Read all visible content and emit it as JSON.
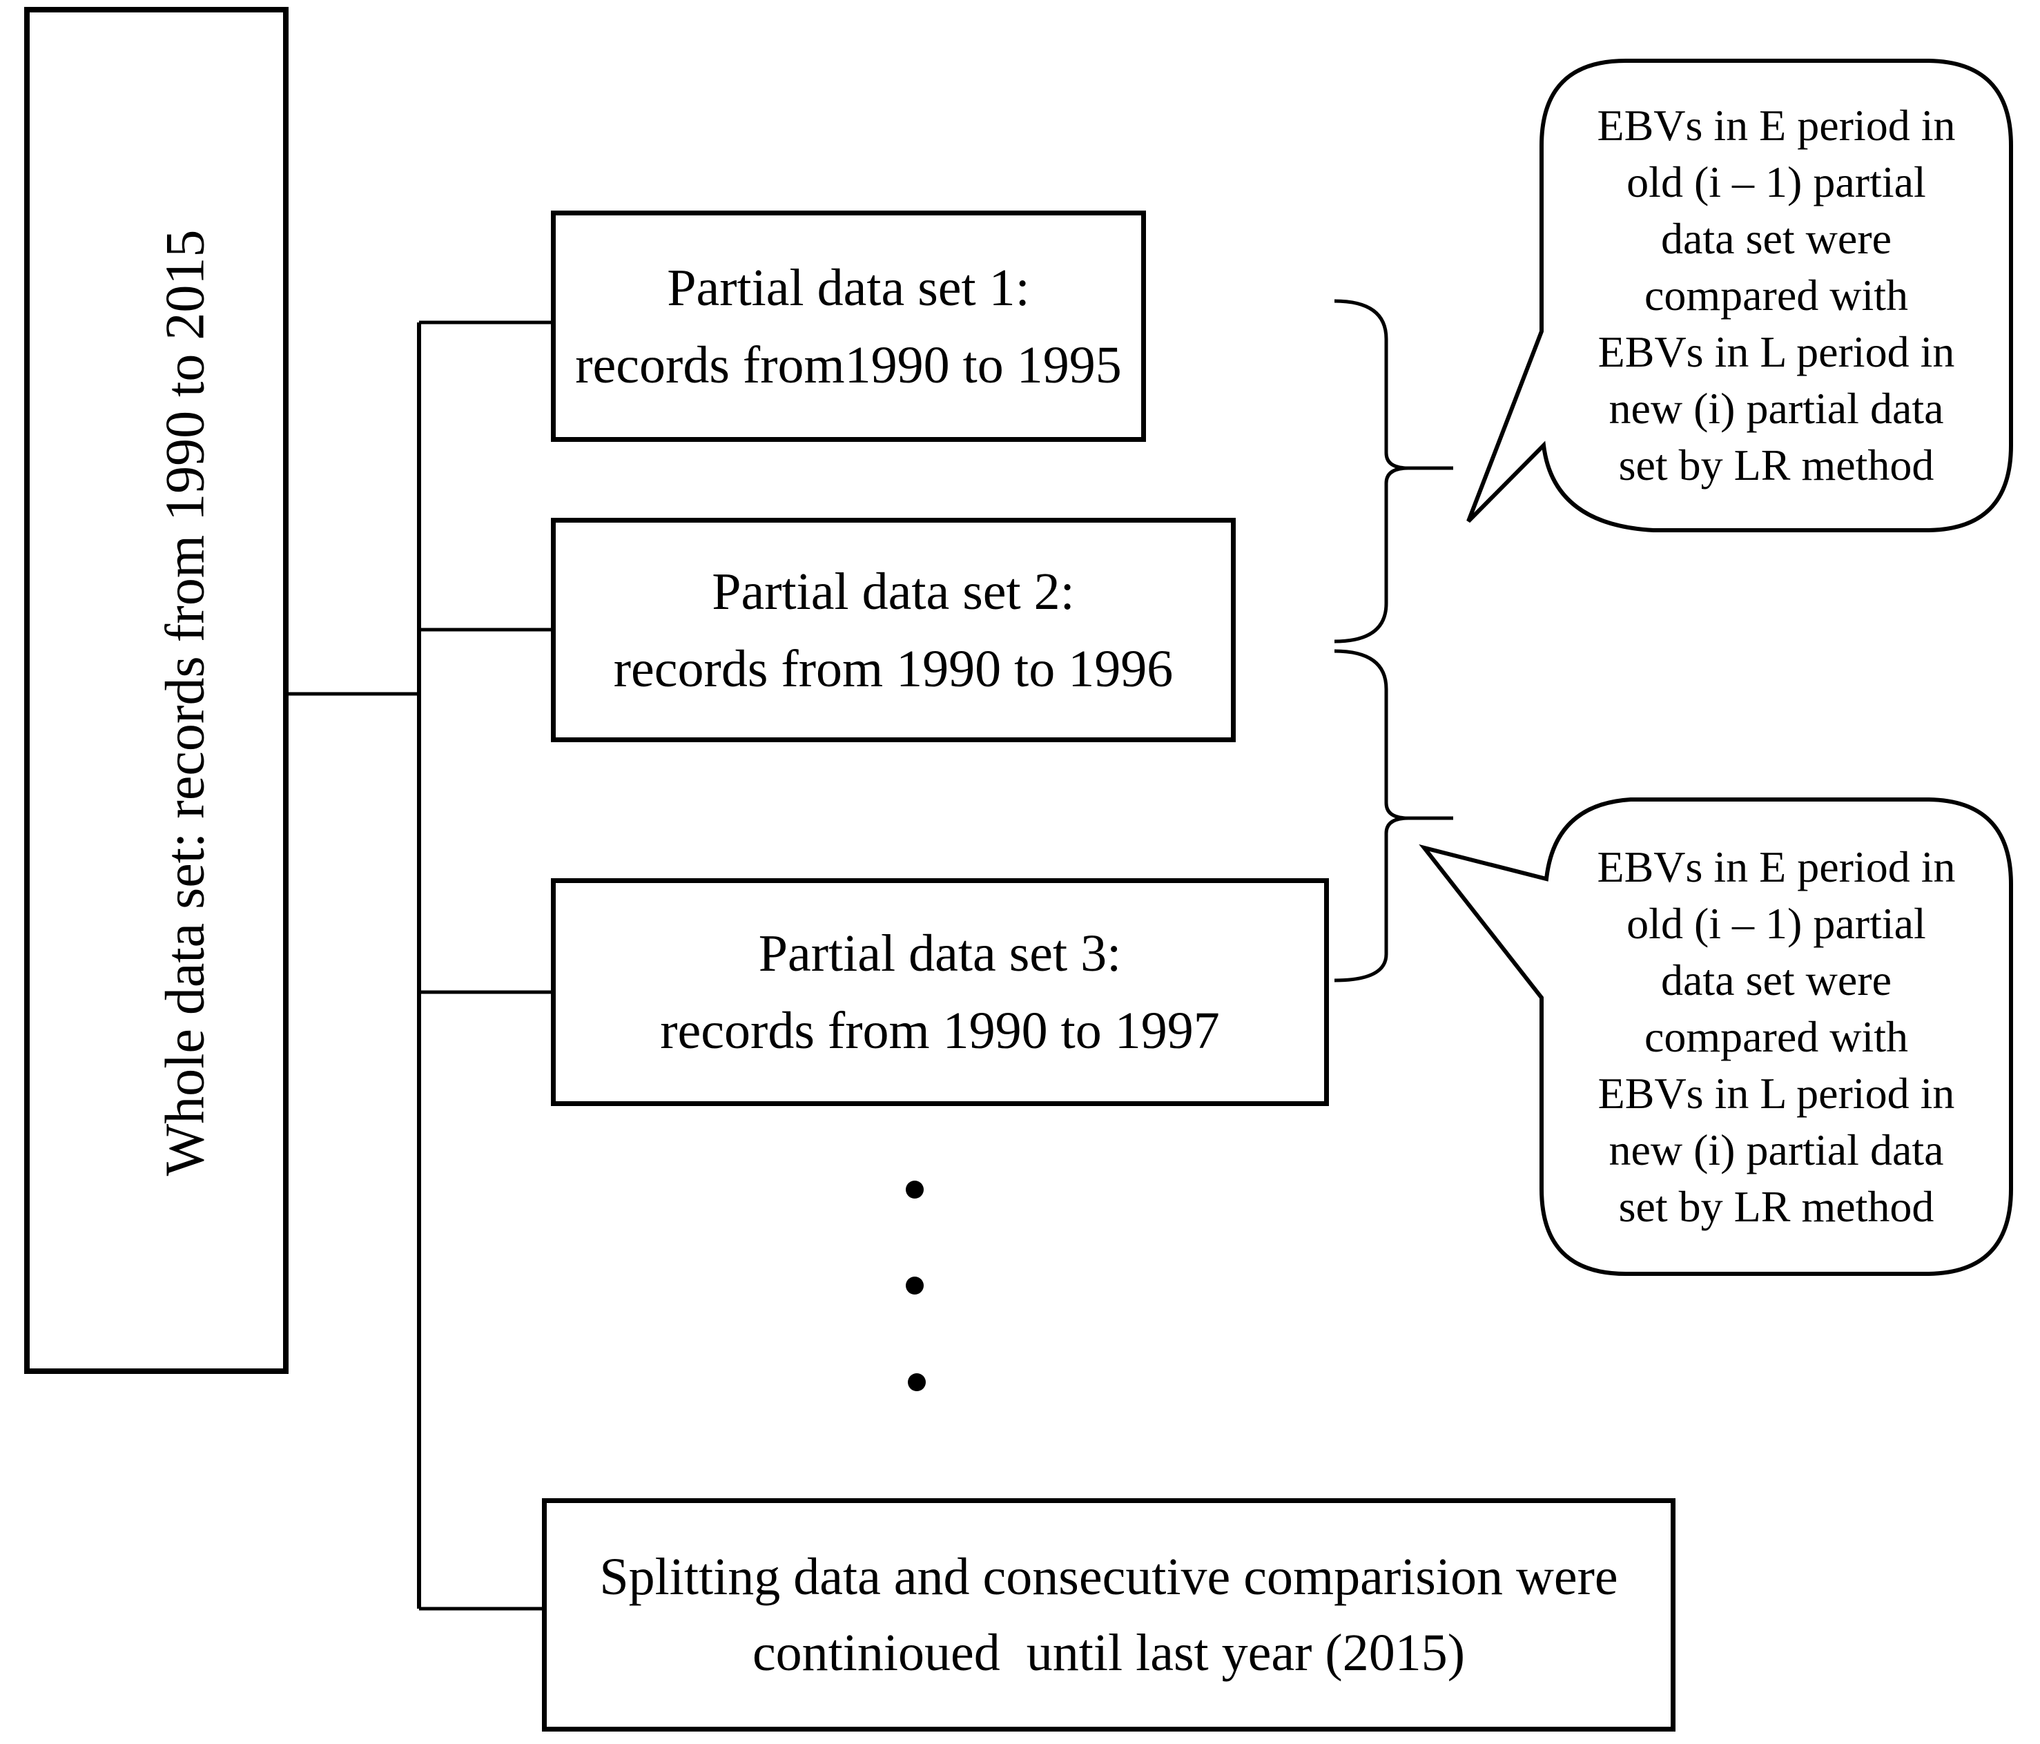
{
  "colors": {
    "ink": "#000000",
    "paper": "#ffffff"
  },
  "diagram": {
    "whole_box": {
      "label": "Whole data set: records from 1990 to 2015"
    },
    "partial_boxes": [
      {
        "line1": "Partial data set 1:",
        "line2": "records from1990 to 1995"
      },
      {
        "line1": "Partial data set 2:",
        "line2": "records from 1990 to 1996"
      },
      {
        "line1": "Partial data set 3:",
        "line2": "records from 1990 to 1997"
      }
    ],
    "final_box": {
      "line1": "Splitting data and consecutive comparision were",
      "line2": "continioued  until last year (2015)"
    },
    "callouts": [
      {
        "lines": [
          "EBVs in E period in",
          "old (i – 1) partial",
          "data set were",
          "compared with",
          "EBVs in L period in",
          "new (i) partial data",
          "set by LR method"
        ]
      },
      {
        "lines": [
          "EBVs in E period in",
          "old (i – 1) partial",
          "data set were",
          "compared with",
          "EBVs in L period in",
          "new (i) partial data",
          "set by LR method"
        ]
      }
    ]
  }
}
